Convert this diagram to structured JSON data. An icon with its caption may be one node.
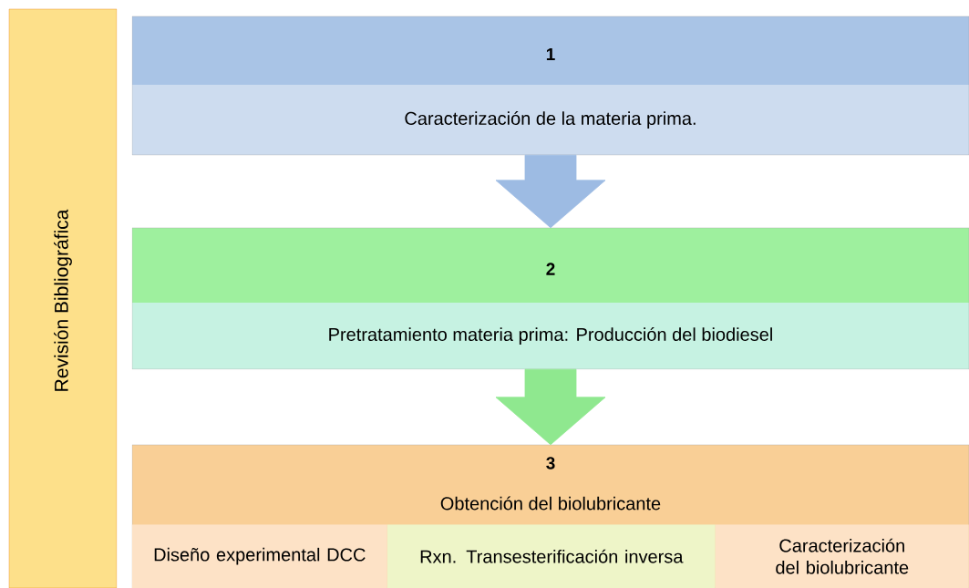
{
  "diagram": {
    "nodes": [
      {
        "text": [
          "Revisión  Bibliográfica"
        ]
      },
      {
        "text": [
          "1",
          "Caracterización de la materia prima."
        ]
      },
      {
        "text": [
          "2",
          "Pretratamiento materia prima: Producción del biodiesel"
        ]
      },
      {
        "text": [
          "3",
          "Obtención del biolubricante"
        ]
      },
      {
        "text": [
          "Diseño experimental DCC"
        ],
        "in": 3
      },
      {
        "text": [
          "Rxn. Transesterificación inversa"
        ],
        "in": 3
      },
      {
        "text": [
          "Caracterización del biolubricante"
        ],
        "in": 3
      }
    ],
    "edges": [
      {
        "from": 1,
        "to": 2,
        "arrow": "to",
        "color": "#9dbbe3"
      },
      {
        "from": 2,
        "to": 3,
        "arrow": "to",
        "color": "#8fe88f"
      }
    ]
  }
}
